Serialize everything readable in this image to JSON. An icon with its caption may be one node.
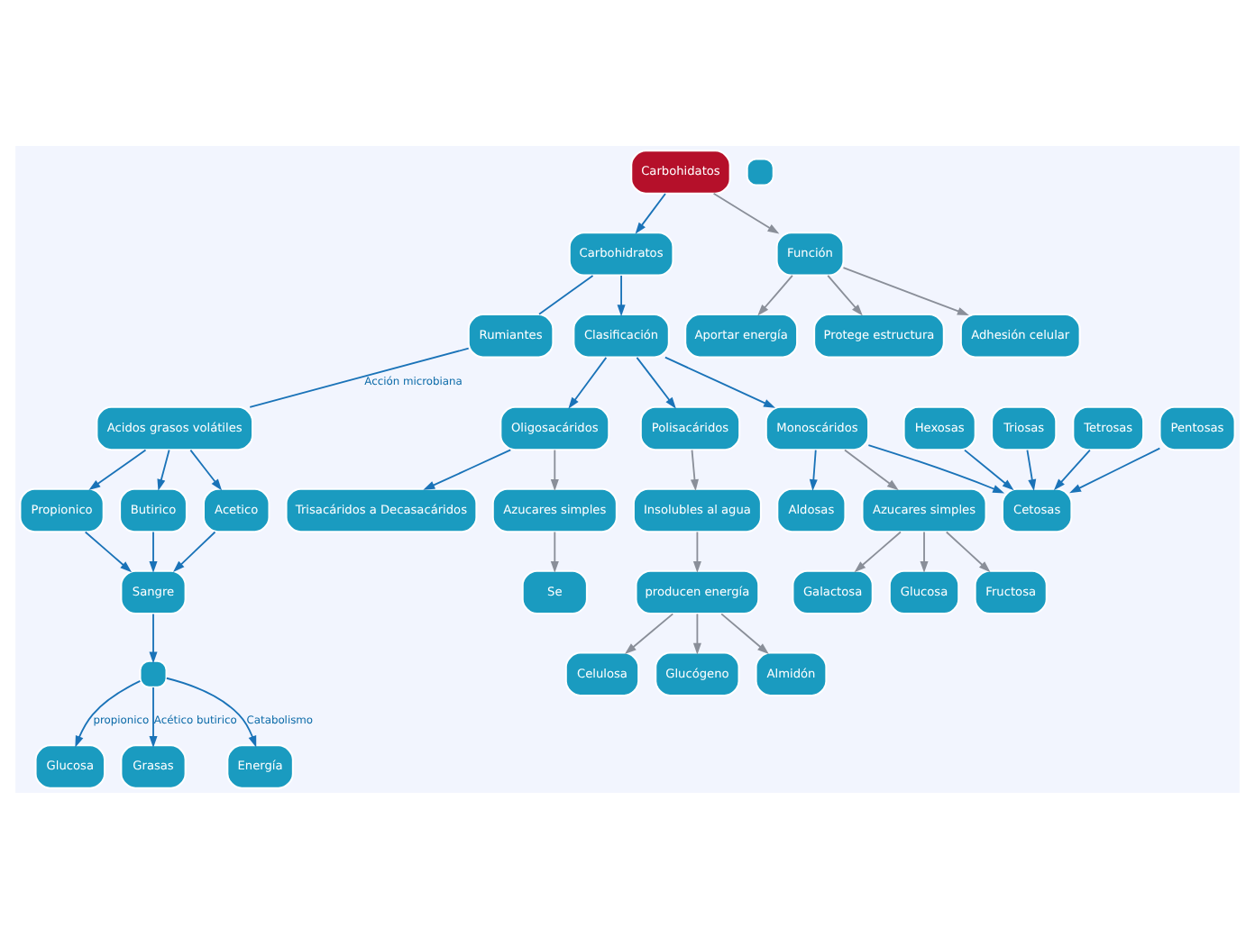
{
  "diagram": {
    "nodes": [
      {
        "text": [
          "Carbohidatos"
        ]
      },
      {
        "text": [
          "Carbohidratos"
        ]
      },
      {
        "text": [
          "Clasificación"
        ]
      },
      {
        "text": [
          "Monoscáridos"
        ]
      },
      {
        "text": [
          "Azucares simples"
        ]
      },
      {
        "text": [
          "Glucosa"
        ]
      },
      {
        "text": [
          "Fructosa"
        ]
      },
      {
        "text": [
          "Galactosa"
        ]
      },
      {
        "text": [
          "Hexosas"
        ]
      },
      {
        "text": [
          "Cetosas"
        ]
      },
      {
        "text": [
          "Triosas"
        ]
      },
      {
        "text": [
          "Tetrosas"
        ]
      },
      {
        "text": [
          "Pentosas"
        ]
      },
      {
        "text": [
          "Aldosas"
        ]
      },
      {
        "text": [
          "Oligosacáridos"
        ]
      },
      {
        "text": [
          "Trisacáridos a Decasacáridos"
        ]
      },
      {
        "text": [
          "Azucares simples"
        ]
      },
      {
        "text": [
          "Se"
        ]
      },
      {
        "text": [
          "Polisacáridos"
        ]
      },
      {
        "text": [
          "Insolubles al agua"
        ]
      },
      {
        "text": [
          "producen energía"
        ]
      },
      {
        "text": [
          "Almidón"
        ]
      },
      {
        "text": [],
        "shape": "box"
      },
      {
        "text": [
          "Celulosa"
        ]
      },
      {
        "text": [
          "Glucógeno"
        ]
      },
      {
        "text": [
          "Función"
        ]
      },
      {
        "text": [
          "Protege estructura"
        ]
      },
      {
        "text": [
          "Adhesión celular"
        ]
      },
      {
        "text": [
          "Aportar energía"
        ]
      },
      {
        "text": [
          "Rumiantes"
        ]
      },
      {
        "text": [
          "Acidos grasos volátiles"
        ]
      },
      {
        "text": [
          "Acetico"
        ]
      },
      {
        "text": [
          "Propionico"
        ]
      },
      {
        "text": [
          "Butirico"
        ]
      },
      {
        "text": [
          "Sangre"
        ]
      },
      {
        "text": [],
        "shape": "box"
      },
      {
        "text": [
          "Glucosa"
        ]
      },
      {
        "text": [
          "Grasas"
        ]
      },
      {
        "text": [
          "Energía"
        ]
      }
    ],
    "edges": [
      {
        "from": 0,
        "to": 1,
        "arrow": "to"
      },
      {
        "from": 0,
        "to": 25,
        "arrow": "to",
        "color": "#8a8f99"
      },
      {
        "from": 1,
        "to": 2,
        "arrow": "to"
      },
      {
        "from": 2,
        "to": 3,
        "arrow": "to"
      },
      {
        "from": 2,
        "to": 14,
        "arrow": "to"
      },
      {
        "from": 2,
        "to": 18,
        "arrow": "to"
      },
      {
        "from": 3,
        "to": 4,
        "arrow": "to",
        "color": "#8a8f99"
      },
      {
        "from": 4,
        "to": 5,
        "arrow": "to",
        "color": "#8a8f99"
      },
      {
        "from": 4,
        "to": 6,
        "arrow": "to",
        "color": "#8a8f99"
      },
      {
        "from": 4,
        "to": 7,
        "arrow": "to",
        "color": "#8a8f99"
      },
      {
        "from": 3,
        "to": 9,
        "arrow": "to"
      },
      {
        "from": 3,
        "to": 13,
        "arrow": "to"
      },
      {
        "from": 8,
        "to": 9,
        "arrow": "to"
      },
      {
        "from": 10,
        "to": 9,
        "arrow": "to"
      },
      {
        "from": 11,
        "to": 9,
        "arrow": "to"
      },
      {
        "from": 12,
        "to": 9,
        "arrow": "to"
      },
      {
        "from": 14,
        "to": 15,
        "arrow": "to"
      },
      {
        "from": 14,
        "to": 16,
        "arrow": "to",
        "color": "#8a8f99"
      },
      {
        "from": 16,
        "to": 17,
        "arrow": "to",
        "color": "#8a8f99"
      },
      {
        "from": 18,
        "to": 19,
        "arrow": "to",
        "color": "#8a8f99"
      },
      {
        "from": 19,
        "to": 20,
        "arrow": "to",
        "color": "#8a8f99"
      },
      {
        "from": 20,
        "to": 21,
        "arrow": "to",
        "color": "#8a8f99"
      },
      {
        "from": 20,
        "to": 23,
        "arrow": "to",
        "color": "#8a8f99"
      },
      {
        "from": 20,
        "to": 24,
        "arrow": "to",
        "color": "#8a8f99"
      },
      {
        "from": 25,
        "to": 26,
        "arrow": "to",
        "color": "#8a8f99"
      },
      {
        "from": 25,
        "to": 27,
        "arrow": "to",
        "color": "#8a8f99"
      },
      {
        "from": 25,
        "to": 28,
        "arrow": "to",
        "color": "#8a8f99"
      },
      {
        "from": 1,
        "to": 29,
        "arrow": "none"
      },
      {
        "from": 29,
        "to": 30,
        "arrow": "none",
        "label": "Acción microbiana"
      },
      {
        "from": 30,
        "to": 31,
        "arrow": "to"
      },
      {
        "from": 30,
        "to": 32,
        "arrow": "to"
      },
      {
        "from": 30,
        "to": 33,
        "arrow": "to"
      },
      {
        "from": 31,
        "to": 34,
        "arrow": "to"
      },
      {
        "from": 32,
        "to": 34,
        "arrow": "to"
      },
      {
        "from": 33,
        "to": 34,
        "arrow": "to"
      },
      {
        "from": 34,
        "to": 35,
        "arrow": "to"
      },
      {
        "from": 35,
        "to": 36,
        "arrow": "to",
        "label": "propionico"
      },
      {
        "from": 35,
        "to": 37,
        "arrow": "to",
        "label": "Acético butirico"
      },
      {
        "from": 35,
        "to": 38,
        "arrow": "to",
        "label": "Catabolismo"
      }
    ]
  }
}
